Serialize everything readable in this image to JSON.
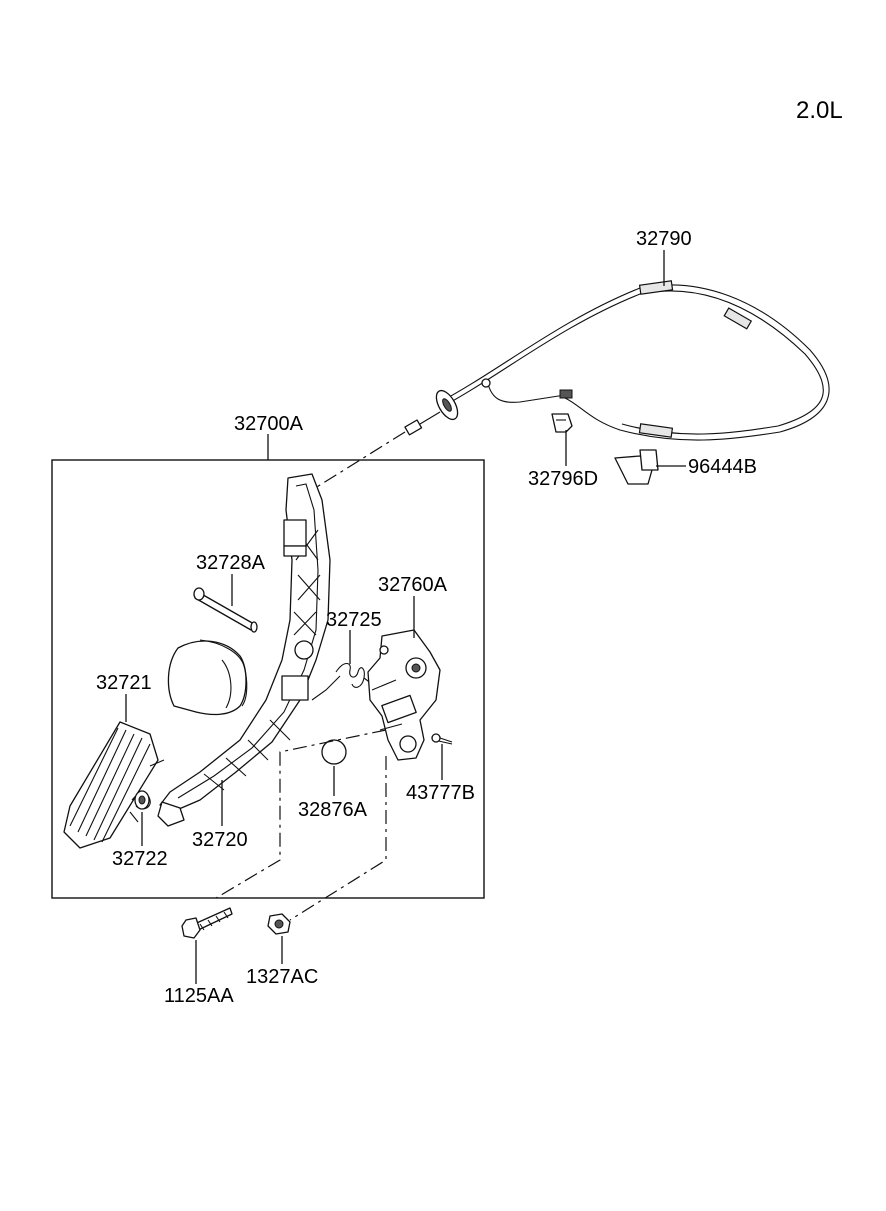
{
  "engine_label": "2.0L",
  "parts": {
    "cable": "32790",
    "bracket_clip": "32796D",
    "clamp": "96444B",
    "pedal_assy": "32700A",
    "pin": "32728A",
    "bracket": "32760A",
    "spring": "32725",
    "pad": "32721",
    "arm": "32720",
    "bushing": "32722",
    "stopper": "32876A",
    "cotter_pin": "43777B",
    "bolt": "1125AA",
    "nut": "1327AC"
  }
}
